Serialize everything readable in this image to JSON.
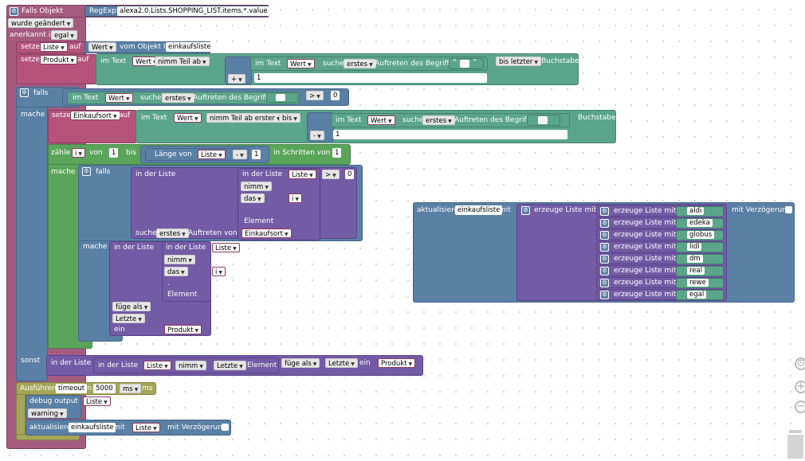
{
  "root": {
    "title": "Falls Objekt",
    "regexp_label": "RegExp",
    "regexp_value": "alexa2.0.Lists.SHOPPING_LIST.items.*.value",
    "changed_option": "wurde geändert",
    "ack_label": "anerkannt ist",
    "ack_option": "egal"
  },
  "set_liste": {
    "setze": "setze",
    "var": "Liste",
    "auf": "auf",
    "wert": "Wert",
    "vom_objekt": "vom Objekt ID",
    "object_id": "einkaufsliste"
  },
  "set_produkt": {
    "setze": "setze",
    "var": "Produkt",
    "auf": "auf",
    "im_text": "im Text",
    "wert": "Wert",
    "nimm_teil_ab": "nimm Teil ab",
    "im_text2": "im Text",
    "wert2": "Wert",
    "suche": "suche",
    "erstes": "erstes",
    "auftreten": "Auftreten des Begriffs",
    "quote_open": "“",
    "quote_close": "”",
    "bis_letzter": "bis letzter",
    "buchstabe": "Buchstabe",
    "op": "+",
    "num": "1"
  },
  "if_block": {
    "falls": "falls",
    "im_text": "im Text",
    "wert": "Wert",
    "suche": "suche",
    "erstes": "erstes",
    "auftreten": "Auftreten des Begriffs",
    "cmp": ">",
    "zero": "0",
    "mache": "mache",
    "sonst": "sonst"
  },
  "set_einkaufsort": {
    "setze": "setze",
    "var": "Einkaufsort",
    "auf": "auf",
    "im_text": "im Text",
    "wert": "Wert",
    "nimm_teil": "nimm Teil ab erster",
    "bis": "bis",
    "im_text2": "im Text",
    "wert2": "Wert",
    "suche": "suche",
    "erstes": "erstes",
    "auftreten": "Auftreten des Begriffs",
    "buchstabe": "Buchstabe",
    "op": "-",
    "num": "1"
  },
  "loop": {
    "zaehle": "zähle",
    "var": "i",
    "von": "von",
    "from": "1",
    "bis": "bis",
    "laenge_von": "Länge von",
    "liste": "Liste",
    "op": "-",
    "one": "1",
    "schritten": "in Schritten von",
    "step": "1",
    "mache": "mache"
  },
  "inner_if": {
    "falls": "falls",
    "in_der_liste": "in der Liste",
    "in_der_liste2": "in der Liste",
    "liste": "Liste",
    "nimm": "nimm",
    "das": "das",
    "i": "i",
    "element": "Element",
    "cmp": ">",
    "zero": "0",
    "suche": "suche",
    "erstes": "erstes",
    "auftreten_von": "Auftreten von",
    "einkaufsort": "Einkaufsort",
    "mache": "mache"
  },
  "insert_block": {
    "in_der_liste": "in der Liste",
    "in_der_liste2": "in der Liste",
    "liste": "Liste",
    "nimm": "nimm",
    "das": "das",
    "i": "i",
    "dot": ".",
    "element": "Element",
    "fuege_als": "füge als",
    "letzte": "Letzte",
    "ein": "ein",
    "produkt": "Produkt"
  },
  "else_block": {
    "in_der_liste": "in der Liste",
    "in_der_liste2": "in der Liste",
    "liste": "Liste",
    "nimm": "nimm",
    "letzte": "Letzte",
    "element": "Element",
    "fuege_als": "füge als",
    "letzte2": "Letzte",
    "ein": "ein",
    "produkt": "Produkt"
  },
  "timeout": {
    "ausfuehren": "Ausführen",
    "timeout": "timeout",
    "in": "in",
    "value": "5000",
    "unit": "ms",
    "ms": "ms",
    "debug": "debug output",
    "liste": "Liste",
    "level": "warning",
    "aktualisiere": "aktualisiere",
    "object": "einkaufsliste",
    "mit": "mit",
    "liste2": "Liste",
    "verzoegerung": "mit Verzögerung"
  },
  "right_block": {
    "aktualisiere": "aktualisiere",
    "object": "einkaufsliste",
    "mit": "mit",
    "erzeuge": "erzeuge Liste mit",
    "verzoegerung": "mit Verzögerung",
    "items": [
      "aldi",
      "edeka",
      "globus",
      "lidl",
      "dm",
      "real",
      "rewe",
      "egal"
    ],
    "item_label": "erzeuge Liste mit"
  }
}
